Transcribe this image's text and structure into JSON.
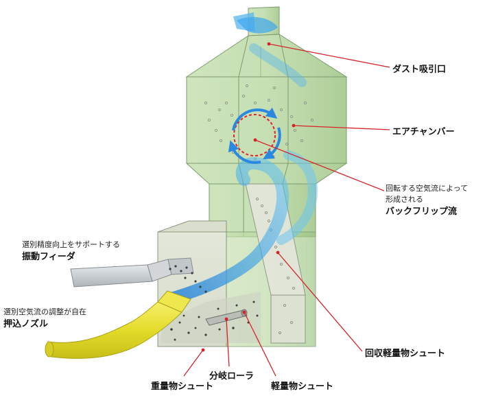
{
  "labels": {
    "dust_suction": "ダスト吸引口",
    "air_chamber": "エアチャンバー",
    "backflip_line1": "回転する空気流によって",
    "backflip_line2": "形成される",
    "backflip_line3": "バックフリップ流",
    "feeder_line1": "選別精度向上をサポートする",
    "feeder_line2": "振動フィーダ",
    "nozzle_line1": "選別空気流の調整が自在",
    "nozzle_line2": "押込ノズル",
    "recovery_chute": "回収軽量物シュート",
    "heavy_chute": "重量物シュート",
    "branch_roller": "分岐ローラ",
    "light_chute": "軽量物シュート"
  },
  "colors": {
    "housing_fill": "#b9d7a0",
    "housing_edge": "#7d9a70",
    "airflow": "#2f9be8",
    "rotation_arrow": "#2a88e0",
    "rotation_dashed": "#e0202a",
    "leader_line": "#d6222a",
    "nozzle": "#e6de2e",
    "feeder": "#c8cccf"
  }
}
